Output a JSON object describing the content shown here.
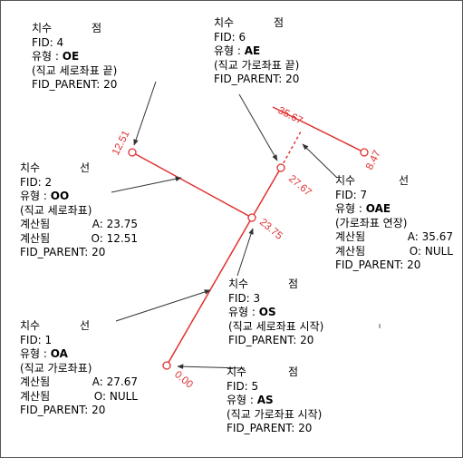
{
  "colors": {
    "segment": "#e03030",
    "leader": "#333333",
    "text": "#000000",
    "measure": "#e03030"
  },
  "measurements": {
    "top_left_node": "12.51",
    "junction_node": "23.75",
    "ae_node": "27.67",
    "oae_upper_end": "35.67",
    "oae_right_end": "8.47",
    "bottom_node": "0.00"
  },
  "blocks": {
    "fid4": {
      "head_dim": "치수",
      "head_kind": "점",
      "fid": "FID: 4",
      "type_prefix": "유형 : ",
      "type_code": "OE",
      "desc": "(직교 세로좌표 끝)",
      "parent": "FID_PARENT: 20"
    },
    "fid6": {
      "head_dim": "치수",
      "head_kind": "점",
      "fid": "FID: 6",
      "type_prefix": "유형 : ",
      "type_code": "AE",
      "desc": "(직교 가로좌표 끝)",
      "parent": "FID_PARENT: 20"
    },
    "fid2": {
      "head_dim": "치수",
      "head_kind": "선",
      "fid": "FID: 2",
      "type_prefix": "유형 : ",
      "type_code": "OO",
      "desc": "(직교 세로좌표)",
      "calc_label_1": "계산됨",
      "calc_value_1": "A: 23.75",
      "calc_label_2": "계산됨",
      "calc_value_2": "O: 12.51",
      "parent": "FID_PARENT: 20"
    },
    "fid7": {
      "head_dim": "치수",
      "head_kind": "선",
      "fid": "FID: 7",
      "type_prefix": "유형 : ",
      "type_code": "OAE",
      "desc": "(가로좌표 연장)",
      "calc_label_1": "계산됨",
      "calc_value_1": "A: 35.67",
      "calc_label_2": "계산됨",
      "calc_value_2": "O: NULL",
      "parent": "FID_PARENT: 20"
    },
    "fid3": {
      "head_dim": "치수",
      "head_kind": "점",
      "fid": "FID: 3",
      "type_prefix": "유형 : ",
      "type_code": "OS",
      "desc": "(직교 세로좌표 시작)",
      "parent": "FID_PARENT: 20"
    },
    "fid1": {
      "head_dim": "치수",
      "head_kind": "선",
      "fid": "FID: 1",
      "type_prefix": "유형 : ",
      "type_code": "OA",
      "desc": "(직교 가로좌표)",
      "calc_label_1": "계산됨",
      "calc_value_1": "A: 27.67",
      "calc_label_2": "계산됨",
      "calc_value_2": "O: NULL",
      "parent": "FID_PARENT: 20"
    },
    "fid5": {
      "head_dim": "치수",
      "head_kind": "점",
      "fid": "FID: 5",
      "type_prefix": "유형 : ",
      "type_code": "AS",
      "desc": "(직교 가로좌표 시작)",
      "parent": "FID_PARENT: 20"
    }
  }
}
